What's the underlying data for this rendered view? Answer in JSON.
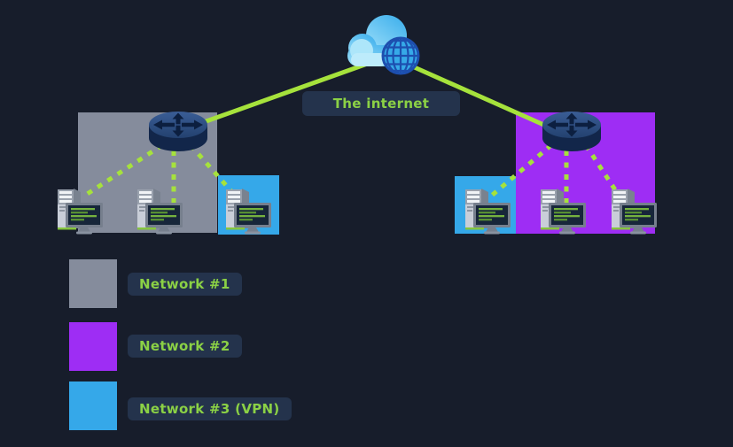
{
  "internet": {
    "label": "The internet"
  },
  "legend": {
    "items": [
      {
        "label": "Network #1",
        "color": "#858c9c"
      },
      {
        "label": "Network #2",
        "color": "#9e2df4"
      },
      {
        "label": "Network #3 (VPN)",
        "color": "#35a8e9"
      }
    ]
  },
  "colors": {
    "background": "#171d2b",
    "label_box_bg": "#24334c",
    "label_text": "#8bd145",
    "connection_line": "#a6e23c",
    "network1": "#858c9c",
    "network2": "#9e2df4",
    "network3_vpn": "#35a8e9"
  },
  "icons": {
    "cloud": "internet-cloud-globe-icon",
    "router": "router-icon",
    "computer": "desktop-computer-icon"
  },
  "structure": {
    "left_network": {
      "routers": 1,
      "computers": 3,
      "vpn_computers": 1
    },
    "right_network": {
      "routers": 1,
      "computers": 3,
      "vpn_computers": 1
    }
  }
}
